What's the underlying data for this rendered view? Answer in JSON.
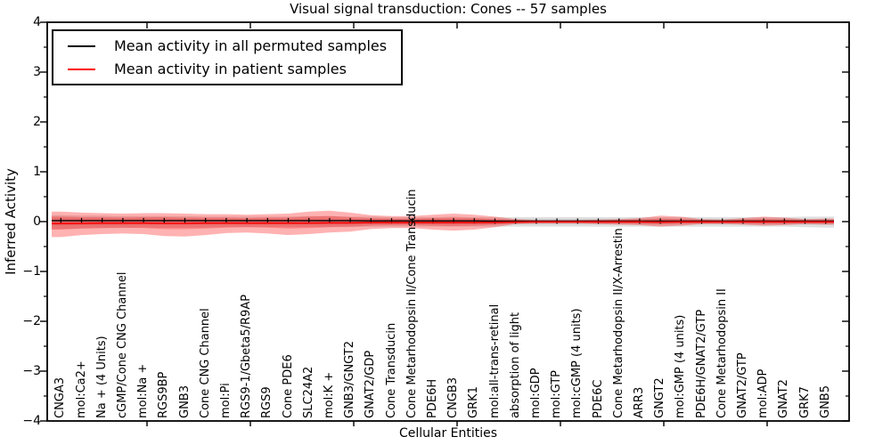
{
  "figure": {
    "title": "Visual signal transduction: Cones -- 57 samples",
    "xlabel": "Cellular Entities",
    "ylabel": "Inferred Activity"
  },
  "legend": {
    "entries": [
      {
        "label": "Mean activity in all permuted samples",
        "color": "#000000"
      },
      {
        "label": "Mean activity in patient samples",
        "color": "#ff0000"
      }
    ]
  },
  "axes": {
    "yticks": [
      "4",
      "3",
      "2",
      "1",
      "0",
      "−1",
      "−2",
      "−3",
      "−4"
    ],
    "ylim": [
      -4,
      4
    ]
  },
  "chart_data": {
    "type": "line",
    "title": "Visual signal transduction: Cones -- 57 samples",
    "xlabel": "Cellular Entities",
    "ylabel": "Inferred Activity",
    "ylim": [
      -4,
      4
    ],
    "yticks": [
      4,
      3,
      2,
      1,
      0,
      -1,
      -2,
      -3,
      -4
    ],
    "grid": false,
    "legend_position": "upper left",
    "categories": [
      "CNGA3",
      "mol:Ca2+",
      "Na + (4 Units)",
      "cGMP/Cone CNG Channel",
      "mol:Na +",
      "RGS9BP",
      "GNB3",
      "Cone CNG Channel",
      "mol:Pi",
      "RGS9-1/Gbeta5/R9AP",
      "RGS9",
      "Cone PDE6",
      "SLC24A2",
      "mol:K +",
      "GNB3/GNGT2",
      "GNAT2/GDP",
      "Cone Transducin",
      "Cone Metarhodopsin II/Cone Transducin",
      "PDE6H",
      "CNGB3",
      "GRK1",
      "mol:all-trans-retinal",
      "absorption of light",
      "mol:GDP",
      "mol:GTP",
      "mol:cGMP (4 units)",
      "PDE6C",
      "Cone Metarhodopsin II/X-Arrestin",
      "ARR3",
      "GNGT2",
      "mol:GMP (4 units)",
      "PDE6H/GNAT2/GTP",
      "Cone Metarhodopsin II",
      "GNAT2/GTP",
      "mol:ADP",
      "GNAT2",
      "GRK7",
      "GNB5"
    ],
    "series": [
      {
        "name": "permuted_mean",
        "legend": "Mean activity in all permuted samples",
        "color": "#000000",
        "values": [
          0.02,
          0.02,
          0.02,
          0.02,
          0.02,
          0.02,
          0.02,
          0.02,
          0.02,
          0.02,
          0.02,
          0.02,
          0.02,
          0.02,
          0.02,
          0.015,
          0.015,
          0.015,
          0.015,
          0.015,
          0.015,
          0.01,
          0.01,
          0.01,
          0.01,
          0.01,
          0.01,
          0.01,
          0.01,
          0.01,
          0.01,
          0.01,
          0.01,
          0.01,
          0.01,
          0.01,
          0.01,
          0.01
        ]
      },
      {
        "name": "patient_mean",
        "legend": "Mean activity in patient samples",
        "color": "#ff0000",
        "values": [
          -0.04,
          -0.035,
          -0.03,
          -0.03,
          -0.03,
          -0.035,
          -0.035,
          -0.03,
          -0.03,
          -0.03,
          -0.03,
          -0.03,
          -0.03,
          -0.025,
          -0.025,
          -0.02,
          -0.02,
          -0.02,
          -0.02,
          -0.02,
          -0.02,
          -0.015,
          -0.01,
          -0.005,
          -0.005,
          -0.005,
          -0.005,
          -0.005,
          -0.005,
          -0.01,
          -0.005,
          -0.005,
          -0.005,
          -0.005,
          -0.005,
          -0.005,
          -0.005,
          -0.005
        ]
      },
      {
        "name": "patient_band_outer",
        "type": "band",
        "color": "rgba(255,0,0,0.30)",
        "upper": [
          0.2,
          0.18,
          0.17,
          0.16,
          0.17,
          0.17,
          0.16,
          0.15,
          0.15,
          0.14,
          0.15,
          0.16,
          0.2,
          0.22,
          0.18,
          0.13,
          0.11,
          0.11,
          0.14,
          0.16,
          0.14,
          0.1,
          0.05,
          0.03,
          0.03,
          0.03,
          0.04,
          0.05,
          0.07,
          0.12,
          0.1,
          0.05,
          0.04,
          0.07,
          0.1,
          0.08,
          0.05,
          0.06
        ],
        "lower": [
          -0.31,
          -0.27,
          -0.25,
          -0.24,
          -0.25,
          -0.29,
          -0.3,
          -0.27,
          -0.23,
          -0.22,
          -0.24,
          -0.27,
          -0.25,
          -0.22,
          -0.2,
          -0.15,
          -0.13,
          -0.13,
          -0.16,
          -0.18,
          -0.16,
          -0.11,
          -0.05,
          -0.04,
          -0.04,
          -0.04,
          -0.05,
          -0.06,
          -0.07,
          -0.1,
          -0.08,
          -0.05,
          -0.05,
          -0.06,
          -0.08,
          -0.07,
          -0.05,
          -0.06
        ]
      },
      {
        "name": "patient_band_inner",
        "type": "band",
        "color": "rgba(255,0,0,0.25)",
        "upper": [
          0.1,
          0.09,
          0.09,
          0.08,
          0.09,
          0.09,
          0.08,
          0.08,
          0.08,
          0.07,
          0.08,
          0.08,
          0.1,
          0.11,
          0.09,
          0.07,
          0.06,
          0.06,
          0.07,
          0.08,
          0.07,
          0.05,
          0.03,
          0.02,
          0.02,
          0.02,
          0.02,
          0.03,
          0.04,
          0.06,
          0.05,
          0.03,
          0.02,
          0.04,
          0.05,
          0.04,
          0.03,
          0.03
        ],
        "lower": [
          -0.16,
          -0.14,
          -0.13,
          -0.12,
          -0.13,
          -0.15,
          -0.15,
          -0.14,
          -0.12,
          -0.11,
          -0.12,
          -0.14,
          -0.13,
          -0.11,
          -0.1,
          -0.08,
          -0.07,
          -0.07,
          -0.08,
          -0.09,
          -0.08,
          -0.06,
          -0.03,
          -0.02,
          -0.02,
          -0.02,
          -0.03,
          -0.03,
          -0.04,
          -0.05,
          -0.04,
          -0.03,
          -0.03,
          -0.03,
          -0.04,
          -0.04,
          -0.03,
          -0.03
        ]
      },
      {
        "name": "permuted_band_outer",
        "type": "band",
        "color": "rgba(128,128,128,0.25)",
        "upper": [
          0.13,
          0.12,
          0.12,
          0.11,
          0.11,
          0.11,
          0.11,
          0.1,
          0.1,
          0.1,
          0.1,
          0.1,
          0.11,
          0.11,
          0.1,
          0.1,
          0.09,
          0.09,
          0.09,
          0.1,
          0.09,
          0.09,
          0.09,
          0.09,
          0.09,
          0.09,
          0.09,
          0.09,
          0.09,
          0.09,
          0.09,
          0.09,
          0.09,
          0.09,
          0.09,
          0.09,
          0.1,
          0.1
        ],
        "lower": [
          -0.15,
          -0.14,
          -0.13,
          -0.13,
          -0.12,
          -0.12,
          -0.12,
          -0.12,
          -0.11,
          -0.11,
          -0.11,
          -0.11,
          -0.11,
          -0.11,
          -0.11,
          -0.1,
          -0.1,
          -0.1,
          -0.1,
          -0.1,
          -0.1,
          -0.1,
          -0.1,
          -0.1,
          -0.1,
          -0.1,
          -0.1,
          -0.1,
          -0.1,
          -0.1,
          -0.1,
          -0.1,
          -0.1,
          -0.1,
          -0.1,
          -0.1,
          -0.11,
          -0.12
        ]
      },
      {
        "name": "permuted_band_inner",
        "type": "band",
        "color": "rgba(128,128,128,0.22)",
        "upper": [
          0.07,
          0.06,
          0.06,
          0.06,
          0.06,
          0.06,
          0.06,
          0.05,
          0.05,
          0.05,
          0.05,
          0.05,
          0.06,
          0.06,
          0.05,
          0.05,
          0.05,
          0.05,
          0.05,
          0.05,
          0.05,
          0.05,
          0.05,
          0.05,
          0.05,
          0.05,
          0.05,
          0.05,
          0.05,
          0.05,
          0.05,
          0.05,
          0.05,
          0.05,
          0.05,
          0.05,
          0.05,
          0.05
        ],
        "lower": [
          -0.08,
          -0.07,
          -0.07,
          -0.07,
          -0.06,
          -0.06,
          -0.06,
          -0.06,
          -0.06,
          -0.06,
          -0.06,
          -0.06,
          -0.06,
          -0.06,
          -0.06,
          -0.05,
          -0.05,
          -0.05,
          -0.05,
          -0.05,
          -0.05,
          -0.05,
          -0.05,
          -0.05,
          -0.05,
          -0.05,
          -0.05,
          -0.05,
          -0.05,
          -0.05,
          -0.05,
          -0.05,
          -0.05,
          -0.05,
          -0.05,
          -0.05,
          -0.06,
          -0.06
        ]
      }
    ]
  }
}
